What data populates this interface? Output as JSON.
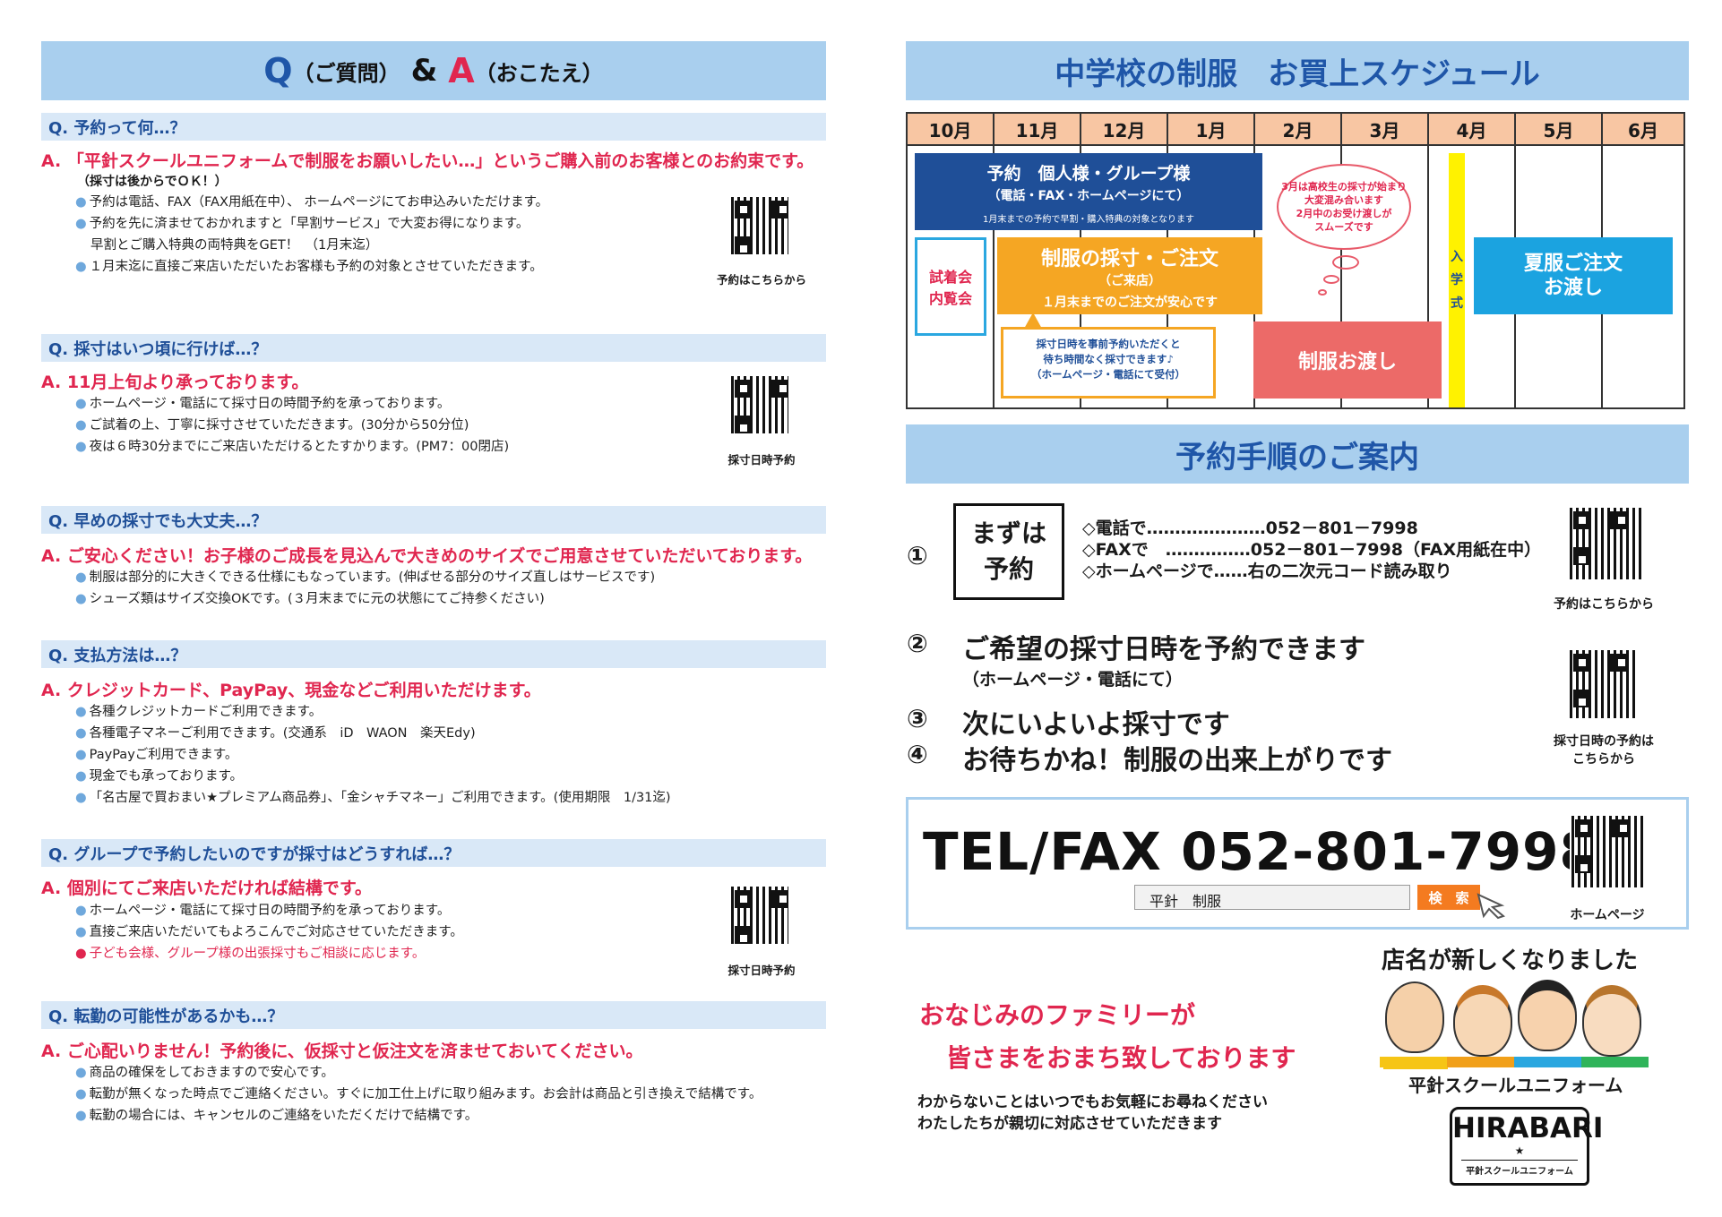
{
  "qa": {
    "title_q": "Q",
    "title_q_sub": "（ご質問）",
    "title_amp": "&",
    "title_a": "A",
    "title_a_sub": "（おこたえ）",
    "q1": {
      "q": "Q.  予約って何…？",
      "a": "A.  「平針スクールユニフォームで制服をお願いしたい…」というご購入前のお客様とのお約束です。",
      "note": "（採寸は後からでＯＫ！）",
      "items": [
        "予約は電話、FAX（FAX用紙在中）、 ホームページにてお申込みいただけます。",
        "予約を先に済ませておかれますと「早割サービス」で大変お得になります。",
        "早割とご購入特典の両特典をGET！　（1月末迄）",
        "１月末迄に直接ご来店いただいたお客様も予約の対象とさせていただきます。"
      ],
      "qr_caption": "予約はこちらから"
    },
    "q2": {
      "q": "Q.  採寸はいつ頃に行けば…？",
      "a": "A.  11月上旬より承っております。",
      "items": [
        "ホームページ・電話にて採寸日の時間予約を承っております。",
        "ご試着の上、丁寧に採寸させていただきます。(30分から50分位)",
        "夜は６時30分までにご来店いただけるとたすかります。(PM7：00閉店)"
      ],
      "qr_caption": "採寸日時予約"
    },
    "q3": {
      "q": "Q.  早めの採寸でも大丈夫…？",
      "a": "A.  ご安心ください！お子様のご成長を見込んで大きめのサイズでご用意させていただいております。",
      "items": [
        "制服は部分的に大きくできる仕様にもなっています。(伸ばせる部分のサイズ直しはサービスです)",
        "シューズ類はサイズ交換OKです。(３月末までに元の状態にてご持参ください)"
      ]
    },
    "q4": {
      "q": "Q.  支払方法は…？",
      "a": "A.  クレジットカード、PayPay、現金などご利用いただけます。",
      "items": [
        "各種クレジットカードご利用できます。",
        "各種電子マネーご利用できます。(交通系　iD　WAON　楽天Edy)",
        "PayPayご利用できます。",
        "現金でも承っております。",
        "「名古屋で買おまい★プレミアム商品券」、「金シャチマネー」ご利用できます。(使用期限　1/31迄)"
      ]
    },
    "q5": {
      "q": "Q.  グループで予約したいのですが採寸はどうすれば…？",
      "a": "A.  個別にてご来店いただければ結構です。",
      "items": [
        "ホームページ・電話にて採寸日の時間予約を承っております。",
        "直接ご来店いただいてもよろこんでご対応させていただきます。"
      ],
      "red_item": "子ども会様、グループ様の出張採寸もご相談に応じます。",
      "qr_caption": "採寸日時予約"
    },
    "q6": {
      "q": "Q.  転勤の可能性があるかも…？",
      "a": "A.  ご心配いりません！予約後に、仮採寸と仮注文を済ませておいてください。",
      "items": [
        "商品の確保をしておきますので安心です。",
        "転勤が無くなった時点でご連絡ください。すぐに加工仕上げに取り組みます。お会計は商品と引き換えで結構です。",
        "転勤の場合には、キャンセルのご連絡をいただくだけで結構です。"
      ]
    }
  },
  "schedule": {
    "title": "中学校の制服　お買上スケジュール",
    "months": [
      "10月",
      "11月",
      "12月",
      "1月",
      "2月",
      "3月",
      "4月",
      "5月",
      "6月"
    ],
    "reserve_title": "予約　個人様・グループ様",
    "reserve_sub": "（電話・FAX・ホームページにて）",
    "reserve_note": "1月末までの予約で早割・購入特典の対象となります",
    "trial": "試着会\n内覧会",
    "measure_title": "制服の採寸・ご注文",
    "measure_sub": "（ご来店）",
    "measure_note": "１月末までのご注文が安心です",
    "callout": "採寸日時を事前予約いただくと\n待ち時間なく採寸できます♪\n（ホームページ・電話にて受付）",
    "bubble": "3月は高校生の採寸が始まり\n大変混み合います\n2月中のお受け渡しが\nスムーズです",
    "delivery": "制服お渡し",
    "entrance": "入\n学\n式",
    "summer": "夏服ご注文\nお渡し"
  },
  "guide": {
    "title": "予約手順のご案内",
    "s1_num": "①",
    "s1_box": "まずは\n予約",
    "s1_lines": [
      "◇電話で…………………052－801－7998",
      "◇FAXで　……………052－801－7998（FAX用紙在中）",
      "◇ホームページで……右の二次元コード読み取り"
    ],
    "qr1_caption": "予約はこちらから",
    "s2_num": "②",
    "s2": "ご希望の採寸日時を予約できます",
    "s2_sub": "（ホームページ・電話にて）",
    "s3_num": "③",
    "s3": "次にいよいよ採寸です",
    "s4_num": "④",
    "s4": "お待ちかね！制服の出来上がりです",
    "qr2_caption": "採寸日時の予約は\nこちらから"
  },
  "contact": {
    "tel": "TEL/FAX 052-801-7998",
    "search_value": "平針　制服",
    "search_button": "検　索",
    "qr_caption": "ホームページ"
  },
  "shop": {
    "renamed": "店名が新しくなりました",
    "msg1": "おなじみのファミリーが",
    "msg2": "皆さまをおまち致しております",
    "msg3": "わからないことはいつでもお気軽にお尋ねください",
    "msg4": "わたしたちが親切に対応させていただきます",
    "name": "平針スクールユニフォーム",
    "logo_main": "HIRABARI",
    "logo_star": "★",
    "logo_sub": "平針スクールユニフォーム"
  }
}
